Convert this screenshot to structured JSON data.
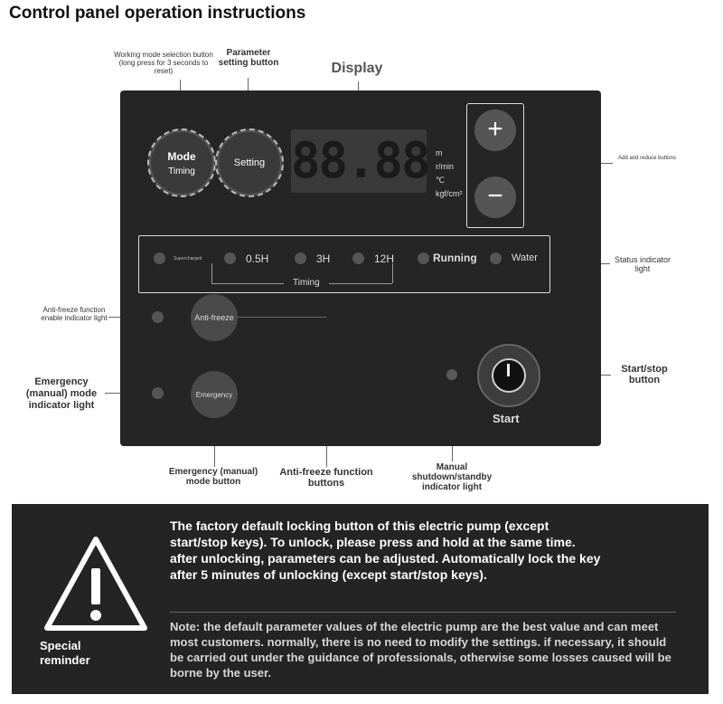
{
  "title": "Control panel operation instructions",
  "callouts": {
    "mode_select": "Working mode selection button (long press for 3 seconds to reset)",
    "param_setting": "Parameter setting button",
    "display": "Display",
    "add_reduce": "Add and reduce buttons",
    "status_light": "Status indicator light",
    "antifreeze_light": "Anti-freeze function enable indicator light",
    "emergency_light": "Emergency (manual) mode indicator light",
    "start_stop": "Start/stop button",
    "emergency_button": "Emergency (manual) mode button",
    "antifreeze_buttons": "Anti-freeze function buttons",
    "manual_shutdown": "Manual shutdown/standby indicator light"
  },
  "panel": {
    "mode_top": "Mode",
    "mode_bottom": "Timing",
    "setting": "Setting",
    "display_value": "88.88",
    "units": [
      "m",
      "r/min",
      "℃",
      "kgf/cm²"
    ],
    "plus": "+",
    "minus": "−",
    "status": {
      "supercharged": "Supercharged",
      "h05": "0.5H",
      "h3": "3H",
      "h12": "12H",
      "running": "Running",
      "water": "Water",
      "timing": "Timing"
    },
    "antifreeze": "Anti-freeze",
    "emergency": "Emergency",
    "start": "Start"
  },
  "reminder": {
    "label": "Special reminder",
    "main": "The factory default locking button of this electric pump (except start/stop keys). To unlock, please press and hold at the same time. after unlocking, parameters can be adjusted. Automatically lock the key after 5 minutes of unlocking (except start/stop keys).",
    "note": "Note: the default parameter values of the electric pump are the best value and can meet most customers. normally, there is no need to modify the settings. if necessary, it should be carried out under the guidance of professionals, otherwise some losses caused will be borne by the user."
  }
}
